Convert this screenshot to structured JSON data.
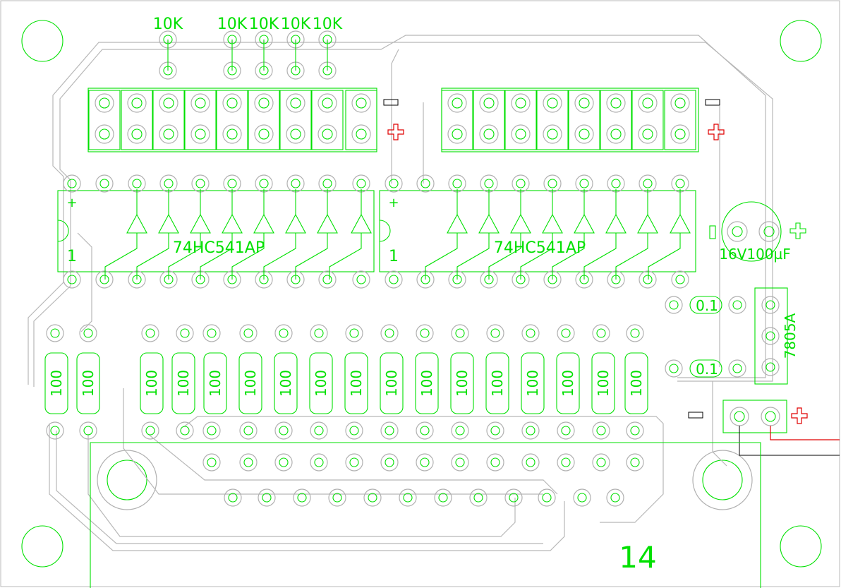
{
  "board": {
    "resistor_top_labels": [
      "10K",
      "10K",
      "10K",
      "10K",
      "10K"
    ],
    "ic_labels": [
      "74HC541AP",
      "74HC541AP"
    ],
    "ic_pin1_labels": [
      "1",
      "1"
    ],
    "ic_plus_labels": [
      "+",
      "+"
    ],
    "capacitor_label": "16V100µF",
    "small_cap_labels": [
      "0.1",
      "0.1"
    ],
    "regulator_label": "7805A",
    "resistor_labels": [
      "100",
      "100",
      "100",
      "100",
      "100",
      "100",
      "100",
      "100",
      "100",
      "100",
      "100",
      "100",
      "100",
      "100",
      "100",
      "100",
      "100"
    ],
    "board_number": "14"
  },
  "colors": {
    "background": "#ffffff",
    "silkscreen": "#00e000",
    "copper": "#b8b8b8",
    "power_plus": "#e00000",
    "power_minus": "#000000"
  }
}
